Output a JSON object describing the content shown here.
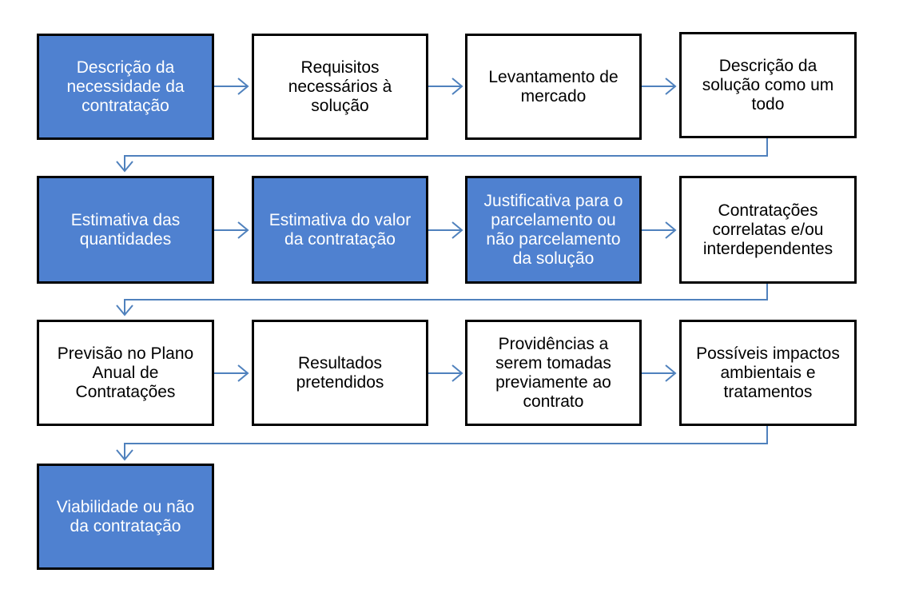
{
  "colors": {
    "highlight": "#4f81d0",
    "arrow": "#4f81bd",
    "border": "#000000"
  },
  "steps": [
    {
      "label": "Descrição da\nnecessidade da\ncontratação",
      "highlighted": true
    },
    {
      "label": "Requisitos\nnecessários à\nsolução",
      "highlighted": false
    },
    {
      "label": "Levantamento de\nmercado",
      "highlighted": false
    },
    {
      "label": "Descrição da\nsolução como um\ntodo",
      "highlighted": false
    },
    {
      "label": "Estimativa das\nquantidades",
      "highlighted": true
    },
    {
      "label": "Estimativa do valor\nda contratação",
      "highlighted": true
    },
    {
      "label": "Justificativa para o\nparcelamento ou\nnão parcelamento\nda solução",
      "highlighted": true
    },
    {
      "label": "Contratações\ncorrelatas e/ou\ninterdependentes",
      "highlighted": false
    },
    {
      "label": "Previsão no Plano\nAnual de\nContratações",
      "highlighted": false
    },
    {
      "label": "Resultados\npretendidos",
      "highlighted": false
    },
    {
      "label": "Providências a\nserem tomadas\npreviamente ao\ncontrato",
      "highlighted": false
    },
    {
      "label": "Possíveis impactos\nambientais e\ntratamentos",
      "highlighted": false
    },
    {
      "label": "Viabilidade ou não\nda contratação",
      "highlighted": true
    }
  ]
}
